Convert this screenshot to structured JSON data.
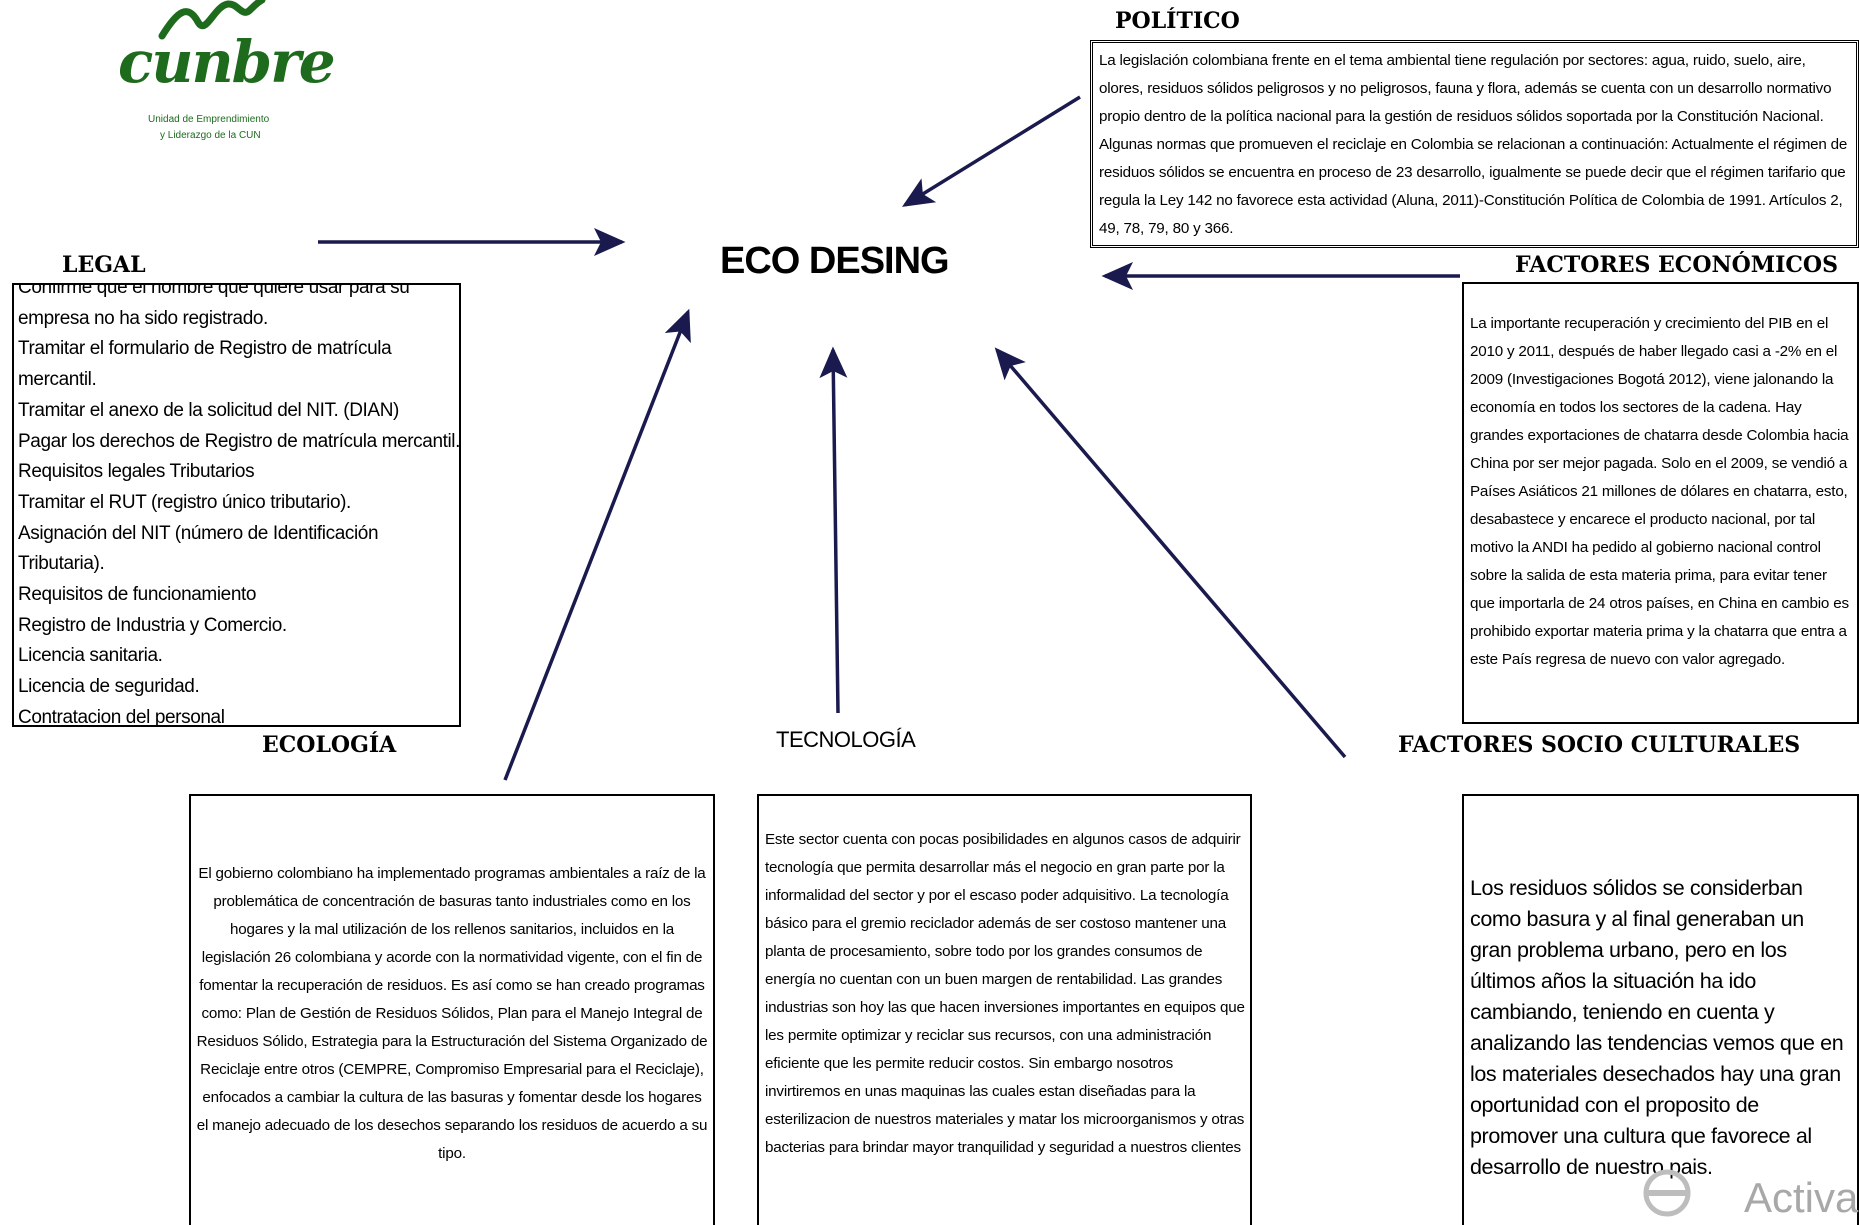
{
  "colors": {
    "arrow": "#1a1a4e",
    "logo_green": "#1e6b1e"
  },
  "logo": {
    "wordmark": "cunbre",
    "caption_line1": "Unidad de Emprendimiento",
    "caption_line2": "y Liderazgo de la CUN"
  },
  "center": {
    "title": "ECO DESING"
  },
  "politico": {
    "heading": "POLÍTICO",
    "text": "La legislación colombiana frente en el tema ambiental tiene regulación por sectores: agua, ruido, suelo, aire, olores, residuos sólidos peligrosos y no peligrosos, fauna y flora, además se cuenta con un desarrollo normativo propio dentro de la política nacional para la gestión de residuos sólidos soportada por la Constitución Nacional. Algunas normas que promueven el reciclaje en Colombia se relacionan a continuación: Actualmente el régimen de residuos sólidos se encuentra en proceso de 23 desarrollo, igualmente se puede decir que el régimen tarifario que regula la Ley 142 no favorece esta actividad (Aluna, 2011)-Constitución Política de Colombia de 1991. Artículos 2, 49, 78, 79, 80 y 366."
  },
  "legal": {
    "heading": "LEGAL",
    "lines": [
      "Confirme que el nombre que quiere usar para su",
      "empresa no ha sido registrado.",
      "Tramitar el formulario de Registro de matrícula",
      "mercantil.",
      "Tramitar el anexo de la solicitud del NIT. (DIAN)",
      "Pagar los derechos de Registro de matrícula mercantil.",
      "Requisitos legales Tributarios",
      "Tramitar el RUT (registro único tributario).",
      "Asignación del NIT (número de Identificación",
      "Tributaria).",
      "Requisitos de funcionamiento",
      "Registro de Industria y Comercio.",
      "Licencia sanitaria.",
      "Licencia de seguridad.",
      "Contratacion del personal"
    ]
  },
  "economicos": {
    "heading": "FACTORES ECONÓMICOS",
    "text": "La importante recuperación y crecimiento del PIB en el 2010 y 2011, después de haber llegado casi a -2% en el 2009 (Investigaciones Bogotá 2012), viene jalonando la economía en todos los sectores de la cadena. Hay grandes exportaciones de chatarra desde Colombia hacia China por ser mejor pagada. Solo en el 2009, se vendió a Países Asiáticos 21 millones de dólares en chatarra, esto, desabastece y encarece el producto nacional, por tal motivo la ANDI ha pedido al gobierno nacional control sobre la salida de esta materia prima, para evitar tener que importarla de 24 otros países, en China en cambio es prohibido exportar materia prima y la chatarra que entra a este País regresa de nuevo con valor agregado."
  },
  "ecologia": {
    "heading": "ECOLOGÍA",
    "text": "El gobierno colombiano ha implementado programas ambientales a raíz de la problemática de concentración de basuras tanto industriales como en los hogares y la mal utilización de los rellenos sanitarios, incluidos en la legislación 26 colombiana y acorde con la normatividad vigente, con el fin de fomentar la recuperación de residuos. Es así como se han creado programas como: Plan de Gestión de Residuos Sólidos, Plan para el Manejo Integral de Residuos Sólido, Estrategia para la Estructuración del Sistema Organizado de Reciclaje entre otros (CEMPRE, Compromiso Empresarial para el Reciclaje), enfocados a cambiar la cultura de las basuras y fomentar desde los hogares el manejo adecuado de los desechos separando los residuos de acuerdo a su tipo."
  },
  "tecnologia": {
    "heading": "TECNOLOGÍA",
    "text": "Este sector cuenta con pocas posibilidades en algunos casos de adquirir tecnología que permita desarrollar más el negocio en gran parte por la informalidad del sector y por el escaso poder adquisitivo. La tecnología básico para el gremio reciclador además de ser costoso mantener una planta de procesamiento, sobre todo por los grandes consumos de energía no cuentan con un buen margen de rentabilidad. Las grandes industrias son hoy las que hacen inversiones importantes en equipos que les permite optimizar y reciclar sus recursos, con una administración eficiente que les permite reducir costos. Sin embargo nosotros invirtiremos en unas maquinas las cuales estan diseñadas para la esterilizacion de nuestros materiales y matar los microorganismos y otras bacterias para brindar mayor tranquilidad y seguridad a nuestros clientes"
  },
  "socio": {
    "heading": "FACTORES SOCIO CULTURALES",
    "text": "Los residuos sólidos se considerban como basura y al final generaban un gran problema urbano, pero en los últimos años la situación ha ido cambiando, teniendo en cuenta y analizando las tendencias  vemos que en los materiales desechados hay una gran oportunidad con el proposito de promover una cultura que favorece al desarrollo de nuestro pais."
  },
  "watermark": {
    "text": "Activa"
  }
}
